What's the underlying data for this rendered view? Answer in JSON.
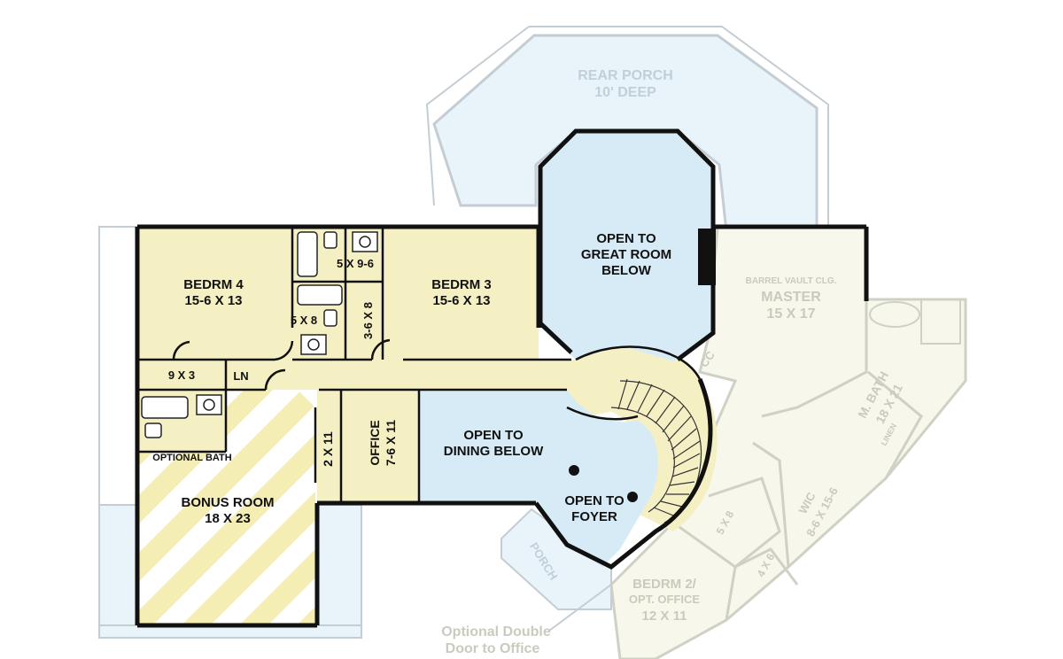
{
  "rooms": {
    "bedrm4": {
      "name": "BEDRM 4",
      "size": "15-6 X 13"
    },
    "bedrm3": {
      "name": "BEDRM 3",
      "size": "15-6 X 13"
    },
    "bath_upper": {
      "size": "5 X 9-6"
    },
    "bath_lower": {
      "size": "5 X 8"
    },
    "closet_36x8": {
      "size": "3-6 X 8"
    },
    "closet_9x3": {
      "size": "9 X 3"
    },
    "linen": {
      "name": "LN"
    },
    "great_room": {
      "line1": "OPEN TO",
      "line2": "GREAT ROOM",
      "line3": "BELOW"
    },
    "dining": {
      "line1": "OPEN TO",
      "line2": "DINING BELOW"
    },
    "foyer": {
      "line1": "OPEN TO",
      "line2": "FOYER"
    },
    "office": {
      "name": "OFFICE",
      "size": "7-6 X 11"
    },
    "closet_2x11": {
      "size": "2 X 11"
    },
    "optional_bath": {
      "name": "OPTIONAL BATH"
    },
    "bonus_room": {
      "name": "BONUS ROOM",
      "size": "18 X 23"
    },
    "rear_porch": {
      "name": "REAR PORCH",
      "depth": "10' DEEP"
    },
    "master": {
      "note": "BARREL VAULT CLG.",
      "name": "MASTER",
      "size": "15 X 17"
    },
    "m_bath": {
      "name": "M. BATH",
      "size": "18 X 21"
    },
    "linen_master": {
      "name": "LINEN"
    },
    "wic": {
      "name": "WIC",
      "size": "8-6 X 15-6"
    },
    "bath_5x8_b": {
      "size": "5 X 8"
    },
    "closet_4x6": {
      "size": "4 X 6"
    },
    "cc": {
      "name": "CC"
    },
    "porch_front": {
      "name": "PORCH"
    },
    "bedrm2": {
      "name": "BEDRM 2/",
      "alt": "OPT. OFFICE",
      "size": "12 X 11"
    }
  },
  "note": {
    "line1": "Optional Double",
    "line2": "Door to Office"
  },
  "colors": {
    "room_fill": "#f5f0c4",
    "open_fill": "#d6ebf6",
    "porch_fill": "#e9f4fa",
    "bonus_stripe": "#f4eeb4",
    "faded_fill": "#f7f7ec",
    "wall": "#111111"
  }
}
